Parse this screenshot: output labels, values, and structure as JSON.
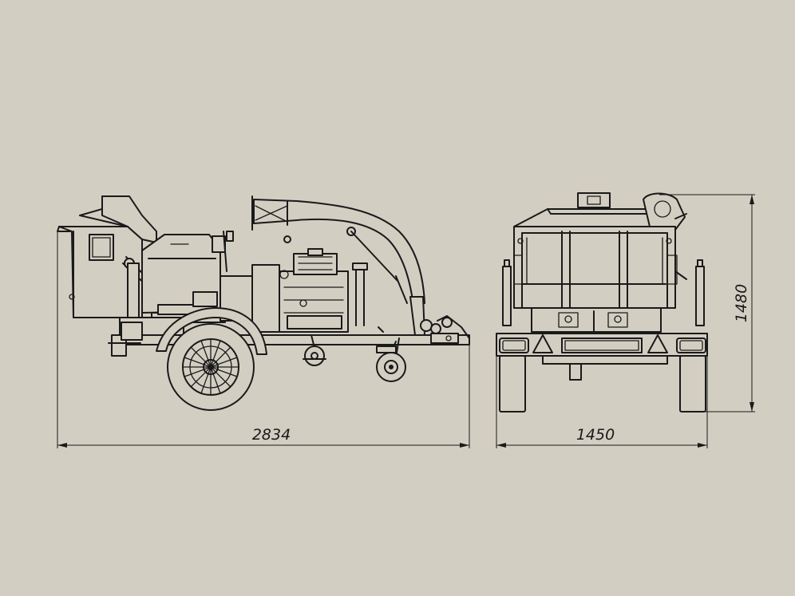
{
  "dimensions": {
    "side_length": "2834",
    "rear_width": "1450",
    "height": "1480"
  },
  "colors": {
    "background": "#d3cec2",
    "line": "#1a1a1a"
  }
}
